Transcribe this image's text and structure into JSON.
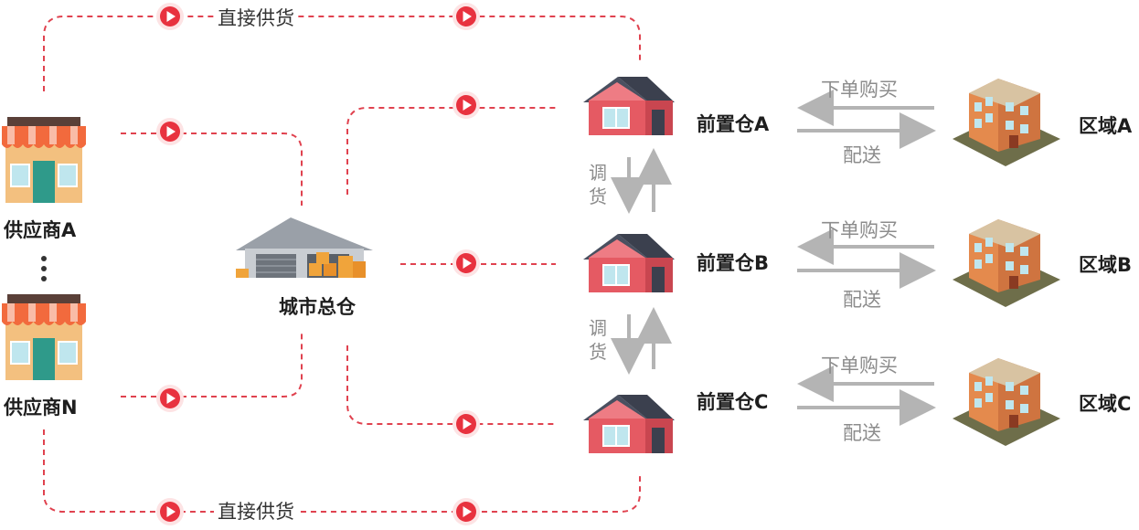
{
  "suppliers": {
    "a_label": "供应商A",
    "n_label": "供应商N"
  },
  "city_warehouse": {
    "label": "城市总仓"
  },
  "front_warehouses": [
    {
      "label": "前置仓A"
    },
    {
      "label": "前置仓B"
    },
    {
      "label": "前置仓C"
    }
  ],
  "regions": [
    {
      "label": "区域A"
    },
    {
      "label": "区域B"
    },
    {
      "label": "区域C"
    }
  ],
  "flows": {
    "direct_supply": "直接供货",
    "order": "下单购买",
    "delivery": "配送",
    "transfer": "调货"
  },
  "colors": {
    "route_dashed": "#e0424f",
    "play_icon": "#e8323f",
    "gray_arrow": "#b4b4b4",
    "house_wall": "#e55a63",
    "house_roof": "#4a5060",
    "shop_awning": "#f26a3d",
    "shop_wall": "#f3c07f",
    "building": "#e48a4d",
    "ground": "#6e6e4a"
  },
  "icons": {
    "route_marker": "play-circle-icon",
    "supplier": "storefront-icon",
    "city_warehouse": "warehouse-icon",
    "front_warehouse": "house-icon",
    "region": "apartment-building-icon"
  }
}
